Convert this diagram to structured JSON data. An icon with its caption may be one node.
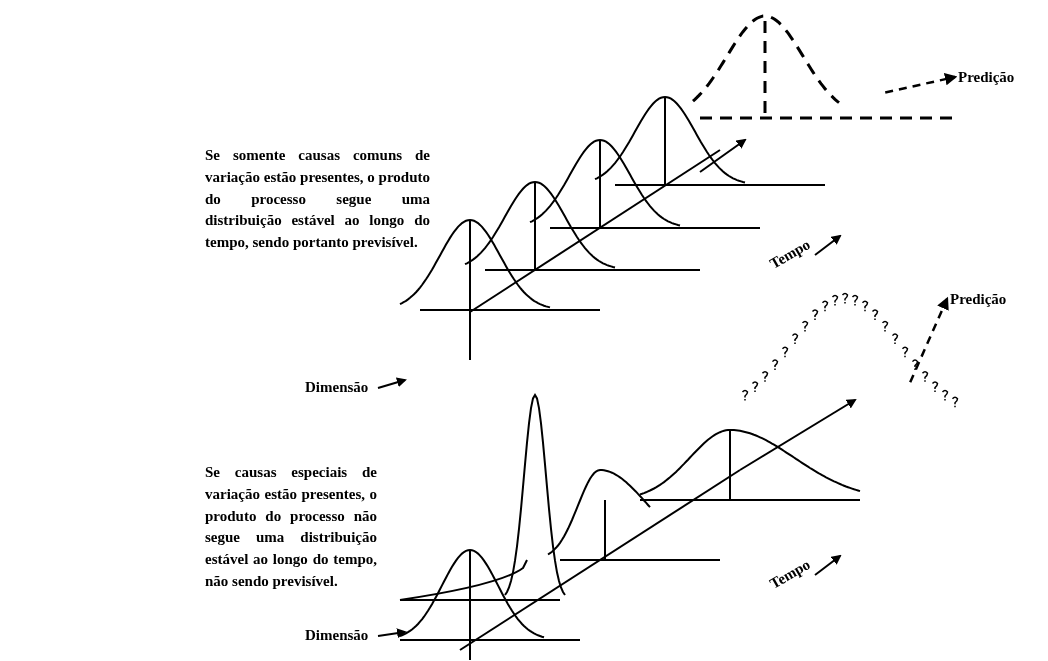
{
  "diagram": {
    "nodes": [
      {
        "text": [],
        "shape": "curve"
      },
      {
        "text": [
          "Predição"
        ]
      },
      {
        "text": [],
        "shape": "curve"
      },
      {
        "text": [
          "Predição"
        ]
      }
    ],
    "edges": [
      {
        "from": 0,
        "to": 1,
        "arrow": "to",
        "style": "dashed"
      },
      {
        "from": 2,
        "to": 3,
        "arrow": "to",
        "style": "dashed"
      }
    ],
    "labels": [
      "Se somente causas comuns de variação estão presentes, o produto do processo segue uma distribuição estável ao longo do tempo, sendo portanto previsível.",
      "Tempo",
      "Dimensão",
      "Se causas especiais de variação estão presentes, o produto do processo não segue uma distribuição estável ao longo do tempo, não sendo previsível.",
      "Tempo",
      "Dimensão"
    ]
  }
}
